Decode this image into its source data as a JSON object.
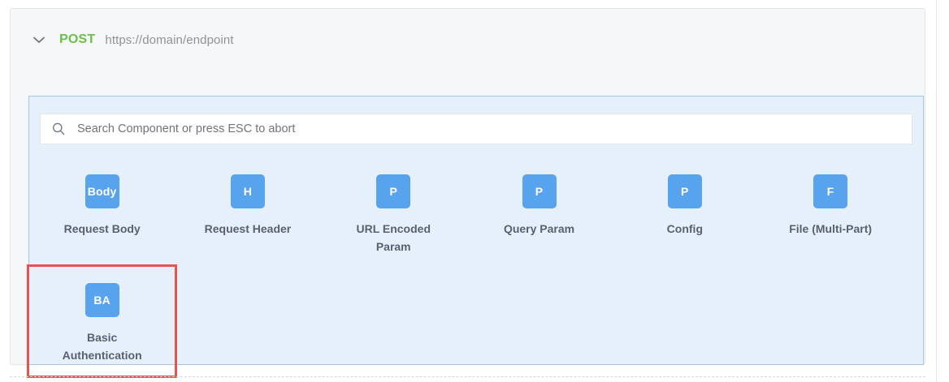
{
  "request": {
    "collapse_icon": "chevron-down-icon",
    "method": "POST",
    "url": "https://domain/endpoint"
  },
  "palette": {
    "search": {
      "icon": "search-icon",
      "value": "",
      "placeholder": "Search Component or press ESC to abort"
    },
    "components": [
      {
        "badge": "Body",
        "label": "Request Body",
        "highlighted": false
      },
      {
        "badge": "H",
        "label": "Request Header",
        "highlighted": false
      },
      {
        "badge": "P",
        "label": "URL Encoded Param",
        "highlighted": false
      },
      {
        "badge": "P",
        "label": "Query Param",
        "highlighted": false
      },
      {
        "badge": "P",
        "label": "Config",
        "highlighted": false
      },
      {
        "badge": "F",
        "label": "File (Multi-Part)",
        "highlighted": false
      },
      {
        "badge": "BA",
        "label": "Basic Authentication",
        "highlighted": true
      }
    ]
  },
  "colors": {
    "method_green": "#6cbf4b",
    "badge_blue": "#58a3ee",
    "palette_background": "#e6f0fb",
    "palette_border": "#9dc8ec",
    "label_gray": "#596170",
    "highlight_red": "#e9534e"
  }
}
